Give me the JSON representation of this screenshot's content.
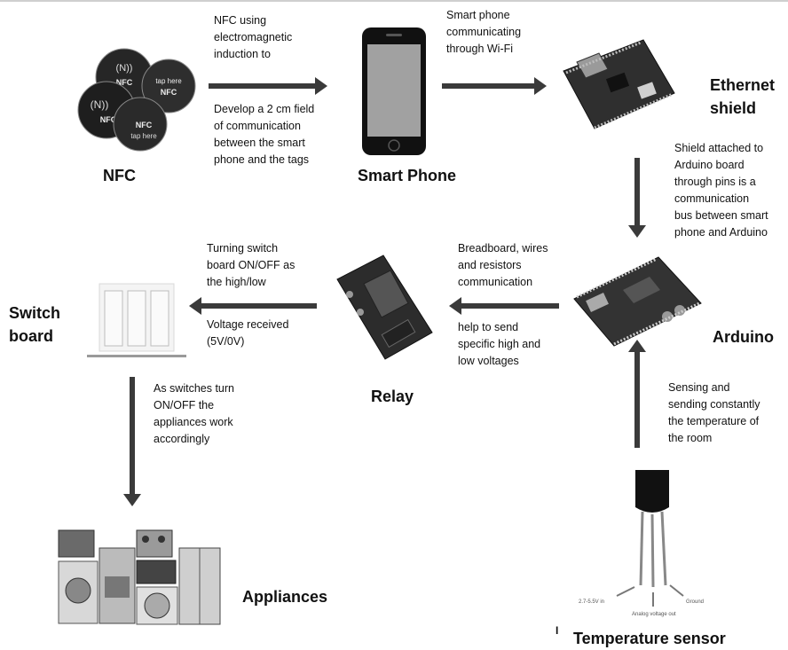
{
  "nodes": {
    "nfc": "NFC",
    "smart_phone": "Smart Phone",
    "ethernet_shield": [
      "Ethernet",
      "shield"
    ],
    "arduino": "Arduino",
    "relay": "Relay",
    "switch_board": [
      "Switch",
      "board"
    ],
    "appliances": "Appliances",
    "temperature_sensor": "Temperature sensor"
  },
  "notes": {
    "nfc_to_phone_top": [
      "NFC using",
      "electromagnetic",
      "induction to"
    ],
    "nfc_to_phone_bottom": [
      "Develop a 2 cm field",
      "of communication",
      "between the smart",
      "phone and the tags"
    ],
    "phone_to_shield": [
      "Smart phone",
      "communicating",
      "through Wi-Fi"
    ],
    "shield_to_arduino": [
      "Shield attached to",
      "Arduino board",
      "through pins is a",
      "communication",
      "bus between smart",
      "phone and Arduino"
    ],
    "arduino_to_relay_top": [
      "Breadboard, wires",
      "and resistors",
      "communication"
    ],
    "arduino_to_relay_bottom": [
      "help to send",
      "specific high and",
      "low voltages"
    ],
    "relay_to_switch_top": [
      "Turning switch",
      "board ON/OFF as",
      "the high/low"
    ],
    "relay_to_switch_bottom": [
      "Voltage received",
      "(5V/0V)"
    ],
    "switch_to_appliances": [
      "As switches turn",
      "ON/OFF the",
      "appliances work",
      "accordingly"
    ],
    "sensor_to_arduino": [
      "Sensing and",
      "sending constantly",
      "the temperature of",
      "the room"
    ]
  },
  "nfc_tags": {
    "logo": "NFC",
    "caption": "tap here"
  },
  "sensor_pins": {
    "left": "2.7-5.5V in",
    "middle": "Analog voltage out",
    "right": "Ground"
  },
  "stray_mark": "I"
}
